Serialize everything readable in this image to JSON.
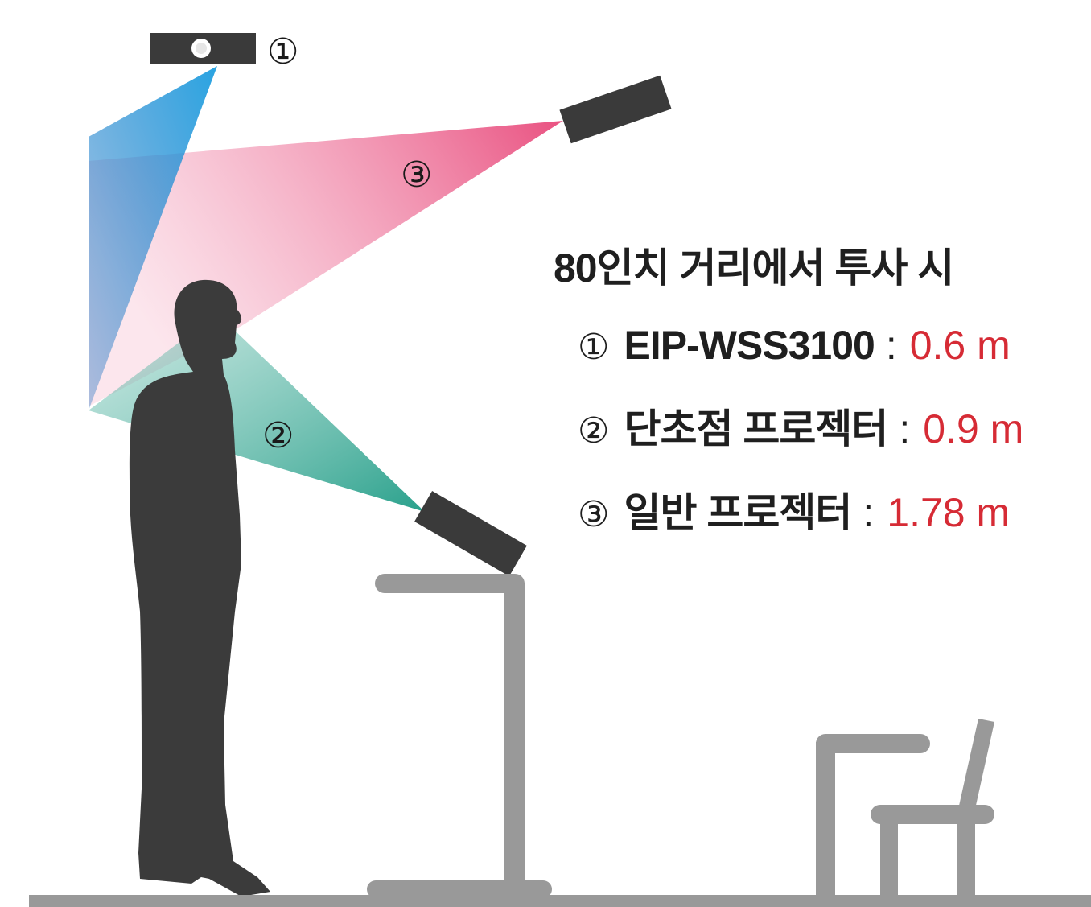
{
  "diagram": {
    "colors": {
      "beam_1": "#29a8e0",
      "beam_2": "#2aa58f",
      "beam_3": "#e8487a",
      "projector": "#3a3a3a",
      "silhouette": "#3b3b3b",
      "furniture": "#999999",
      "value_text": "#d62b35"
    },
    "markers": {
      "projector_1": "①",
      "projector_2": "②",
      "projector_3": "③"
    }
  },
  "info": {
    "title": "80인치 거리에서 투사 시",
    "rows": [
      {
        "marker": "①",
        "name": "EIP-WSS3100",
        "separator": ":",
        "value": "0.6 m"
      },
      {
        "marker": "②",
        "name": "단초점 프로젝터",
        "separator": ":",
        "value": "0.9 m"
      },
      {
        "marker": "③",
        "name": "일반 프로젝터",
        "separator": ":",
        "value": "1.78 m"
      }
    ]
  }
}
